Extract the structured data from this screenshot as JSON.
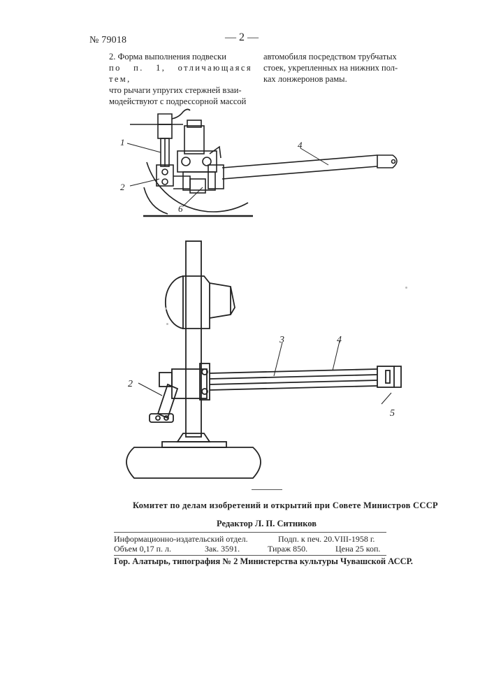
{
  "header": {
    "patent_number": "№ 79018",
    "page_number": "— 2 —"
  },
  "claim": {
    "left_column": [
      "2. Форма выполнения подвески",
      "по п. 1, отличающаяся тем,",
      "что рычаги упругих стержней взаи-",
      "модействуют с подрессорной массой"
    ],
    "right_column": [
      "автомобиля посредством трубчатых",
      "стоек, укрепленных на нижних пол-",
      "ках лонжеронов рамы."
    ]
  },
  "figure_top": {
    "labels": [
      "1",
      "2",
      "6",
      "4"
    ]
  },
  "figure_bottom": {
    "labels": [
      "2",
      "3",
      "4",
      "5"
    ]
  },
  "colophon": {
    "committee": "Комитет по делам изобретений и открытий при Совете Министров СССР",
    "editor": "Редактор Л. П. Ситников",
    "dept": "Информационно-издательский отдел.",
    "signed": "Подп. к печ. 20.VIII-1958 г.",
    "volume": "Объем 0,17 п. л.",
    "order": "Зак. 3591.",
    "print_run": "Тираж 850.",
    "price": "Цена 25 коп.",
    "printer": "Гор. Алатырь, типография № 2 Министерства культуры Чувашской АССР."
  }
}
